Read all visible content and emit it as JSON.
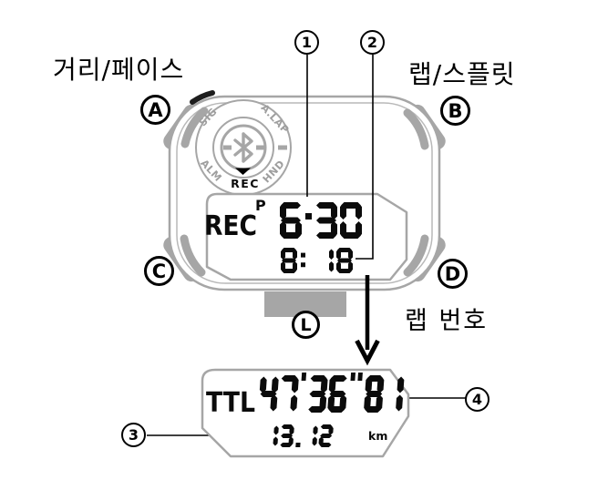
{
  "annotations": {
    "label_top_left": "거리/페이스",
    "label_top_right": "랩/스플릿",
    "label_lap_number": "랩 번호",
    "callout_1": "1",
    "callout_2": "2",
    "callout_3": "3",
    "callout_4": "4",
    "button_a": "A",
    "button_b": "B",
    "button_c": "C",
    "button_d": "D",
    "button_l": "L"
  },
  "dial": {
    "label_top_left": "SIG",
    "label_top_right": "A.LAP",
    "label_bottom_left": "ALM",
    "label_bottom_right": "HND",
    "label_bottom_center": "REC",
    "center_icon": "bluetooth-icon"
  },
  "main_display": {
    "mode": "REC",
    "flag": "P",
    "line1": "6·30",
    "line2": "8: 18"
  },
  "zoom_display": {
    "label": "TTL",
    "line1": "47'36\"81",
    "line2": "13.12",
    "unit": "km"
  },
  "colors": {
    "case_gray": "#a6a6a6",
    "label_gray": "#9e9e9e",
    "ink": "#0b0b0b"
  }
}
